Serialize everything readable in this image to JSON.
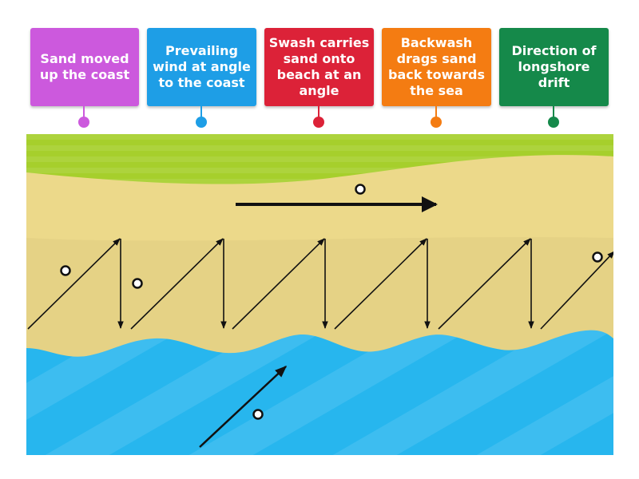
{
  "labels": [
    {
      "text": "Sand moved up the coast",
      "color": "#cc59dd"
    },
    {
      "text": "Prevailing wind at angle to the coast",
      "color": "#1e9ee6"
    },
    {
      "text": "Swash carries sand onto beach at an angle",
      "color": "#dc2238"
    },
    {
      "text": "Backwash drags sand back towards the sea",
      "color": "#f47c12"
    },
    {
      "text": "Direction of longshore drift",
      "color": "#15894a"
    }
  ],
  "colors": {
    "grass": "#a6cf2c",
    "sand": "#ecd98a",
    "sand_dark": "#d9c57a",
    "sea": "#27b6ee",
    "arrow": "#111111"
  }
}
